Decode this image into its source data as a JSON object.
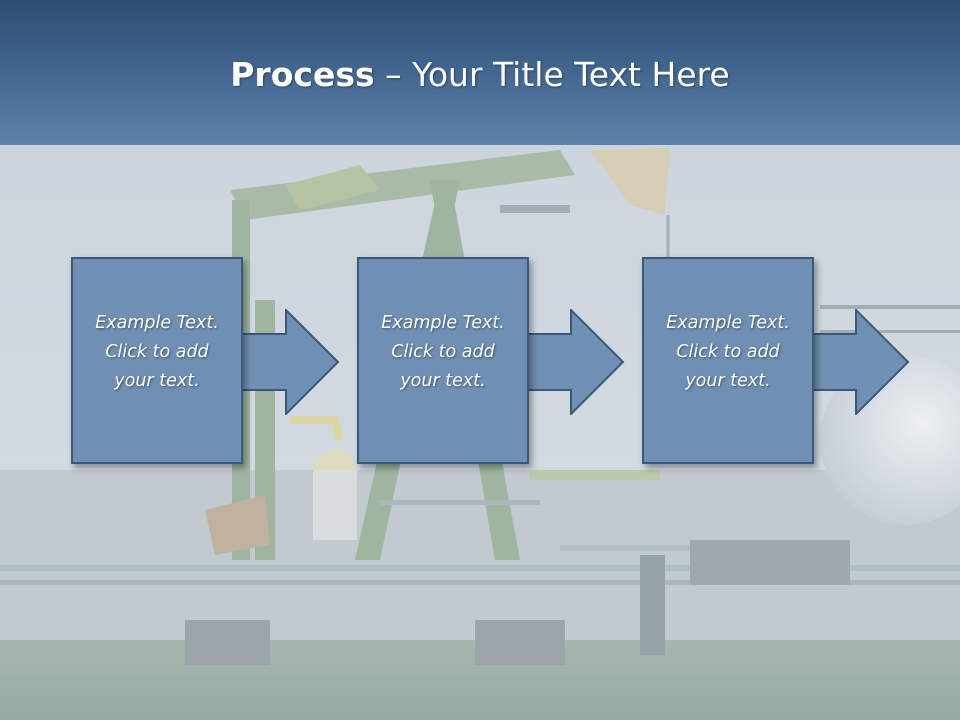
{
  "title": {
    "bold": "Process",
    "rest": " – Your Title Text Here"
  },
  "steps": [
    {
      "line1": "Example Text.",
      "line2": "Click  to add",
      "line3": "your text."
    },
    {
      "line1": "Example Text.",
      "line2": "Click  to add",
      "line3": "your text."
    },
    {
      "line1": "Example Text.",
      "line2": "Click  to add",
      "line3": "your text."
    }
  ],
  "colors": {
    "header_top": "#2f4d6e",
    "header_bottom": "#5d83ad",
    "box_fill": "#6f90b4",
    "box_border": "#3b5878",
    "text": "#ffffff"
  }
}
